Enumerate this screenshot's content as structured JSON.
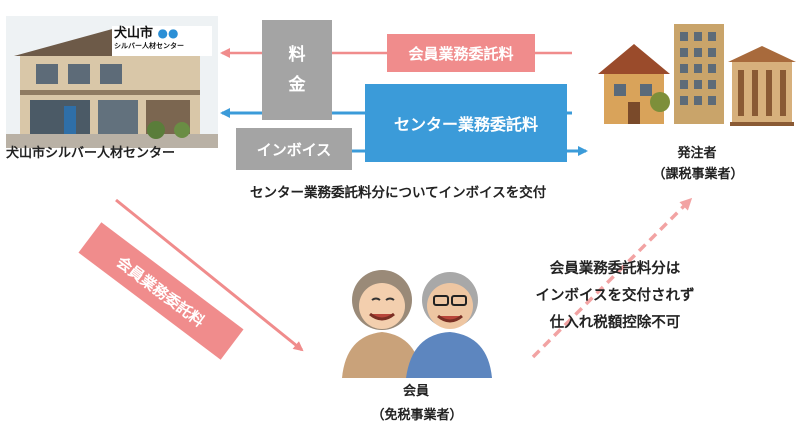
{
  "colors": {
    "pink": "#F08C8C",
    "blue": "#3B9BD9",
    "gray": "#A4A4A4",
    "pink_dashed": "#F2A3A3"
  },
  "left_org": {
    "label": "犬山市シルバー人材センター",
    "logo_text_top": "犬山市",
    "logo_text_bottom": "シルバー人材センター",
    "image": "office-building-illustration"
  },
  "right_org": {
    "label_line1": "発注者",
    "label_line2": "（課税事業者）",
    "image": "buildings-illustration"
  },
  "member": {
    "label_line1": "会員",
    "label_line2": "（免税事業者）",
    "image": "elderly-couple-illustration"
  },
  "flows": {
    "fee_line1": "料",
    "fee_line2": "金",
    "member_fee_top": "会員業務委託料",
    "center_fee": "センター業務委託料",
    "invoice": "インボイス",
    "invoice_note": "センター業務委託料分についてインボイスを交付",
    "member_fee_diagonal": "会員業務委託料"
  },
  "note": {
    "line1": "会員業務委託料分は",
    "line2": "インボイスを交付されず",
    "line3": "仕入れ税額控除不可"
  }
}
